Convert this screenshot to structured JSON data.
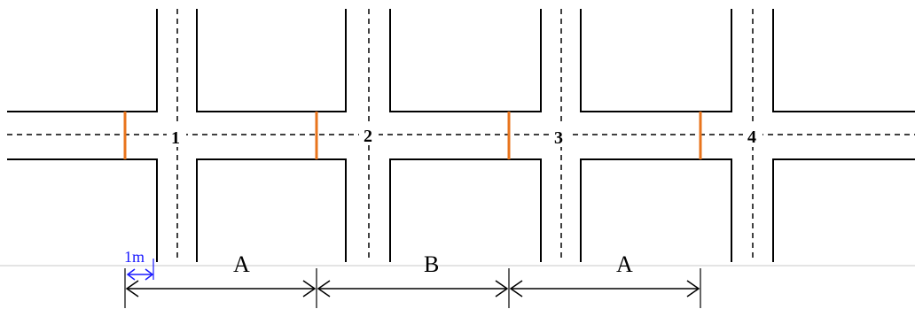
{
  "intersections": [
    {
      "label": "1"
    },
    {
      "label": "2"
    },
    {
      "label": "3"
    },
    {
      "label": "4"
    }
  ],
  "segments": [
    {
      "label": "A"
    },
    {
      "label": "B"
    },
    {
      "label": "A"
    }
  ],
  "offset_label": "1m",
  "colors": {
    "stop_line": "#e8741c",
    "offset_marker": "#1a1aff",
    "road": "#000000"
  }
}
